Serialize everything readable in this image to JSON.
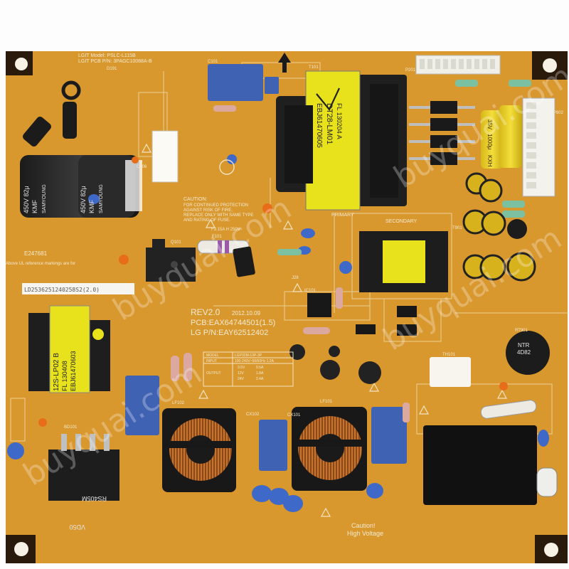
{
  "board": {
    "model_line": "LGIT Model: PSLC-L115B",
    "pcb_pn_line": "LGIT PCB P/N: 3PAGC10088A-B",
    "rev": "REV2.0",
    "date": "2012.10.09",
    "pcb_code": "PCB:EAX64744501(1.5)",
    "lg_pn": "LG P/N:EAY62512402",
    "barcode": "LD2536251240258S2(2.0)",
    "ul_file": "E247681",
    "ul_text": "Above UL reference markings are for",
    "caution_lines": [
      "CAUTION:",
      "FOR CONTINUED PROTECTION",
      "AGAINST RISK OF FIRE,",
      "REPLACE ONLY WITH SAME TYPE",
      "AND RATING OF FUSE."
    ],
    "fuse_label": "F3.15A H 250V",
    "primary": "PRIMARY",
    "secondary": "SECONDARY",
    "high_voltage": [
      "Caution!",
      "High Voltage"
    ]
  },
  "output_table": {
    "header": [
      "MODEL",
      "LGP32M-13P-3P"
    ],
    "input": [
      "INPUT",
      "100-240V~50/60Hz 1.2A"
    ],
    "rows": [
      [
        "OUTPUT",
        "3.5V",
        "0.5A"
      ],
      [
        "",
        "12V",
        "1.8A"
      ],
      [
        "",
        "24V",
        "2.4A"
      ]
    ]
  },
  "components": {
    "main_transformer": [
      "DT28-LM01",
      "EBJ61470605",
      "FL 130204 A"
    ],
    "small_transformer": [
      "12S-LP02 B",
      "FL 130408",
      "EBJ61470603"
    ],
    "bulk_caps": [
      "450V 82μ",
      "KMF",
      "SAMYOUNG"
    ],
    "secondary_cap": [
      "35V",
      "1000μ",
      "KXH"
    ],
    "bridge": [
      "RS405M",
      "VD50"
    ],
    "thermistor": [
      "NTR",
      "4D82"
    ],
    "ref_labels": [
      "T101",
      "T901",
      "LF101",
      "LF102",
      "BD101",
      "CX101",
      "CX102",
      "TH101",
      "F101",
      "D191",
      "P201",
      "P802",
      "Q101",
      "IC101",
      "J28",
      "RT901",
      "C101",
      "C106"
    ]
  },
  "watermark": "buyquai.com",
  "colors": {
    "pcb": "#d9982e",
    "pcb_dark": "#b9781c",
    "silk": "#f3ead2",
    "yellow_tape": "#e8e21c",
    "blue_cap": "#3f62b3",
    "copper": "#c8742e"
  }
}
